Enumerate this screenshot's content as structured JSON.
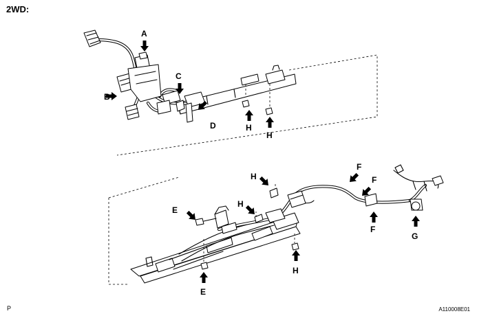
{
  "heading": "2WD:",
  "callouts": {
    "a": "A",
    "b": "B",
    "c": "C",
    "d": "D",
    "e": "E",
    "f": "F",
    "g": "G",
    "h": "H"
  },
  "footer": {
    "left_marker": "P",
    "figure_code": "A110008E01"
  }
}
